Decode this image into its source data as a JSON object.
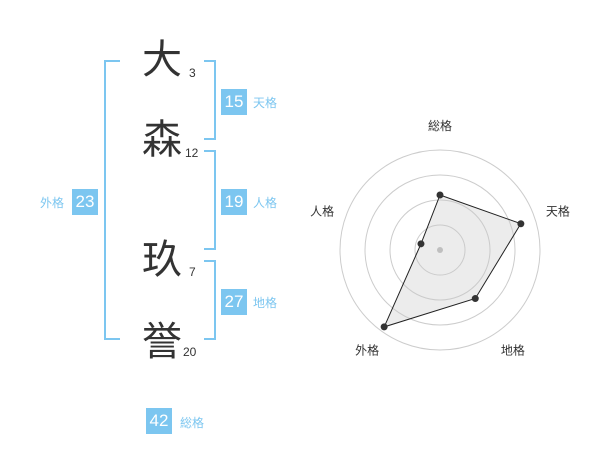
{
  "accent_color": "#7cc6f0",
  "name_chars": [
    {
      "char": "大",
      "strokes": "3"
    },
    {
      "char": "森",
      "strokes": "12"
    },
    {
      "char": "玖",
      "strokes": "7"
    },
    {
      "char": "誉",
      "strokes": "20"
    }
  ],
  "fortunes": {
    "tenkaku": {
      "value": "15",
      "label": "天格"
    },
    "jinkaku": {
      "value": "19",
      "label": "人格"
    },
    "chikaku": {
      "value": "27",
      "label": "地格"
    },
    "gaikaku": {
      "value": "23",
      "label": "外格"
    },
    "soukaku": {
      "value": "42",
      "label": "総格"
    }
  },
  "chart_data": {
    "type": "radar",
    "axes": [
      "総格",
      "天格",
      "地格",
      "外格",
      "人格"
    ],
    "values": [
      0.55,
      0.85,
      0.6,
      0.95,
      0.2
    ],
    "rings": 4,
    "grid": true
  }
}
